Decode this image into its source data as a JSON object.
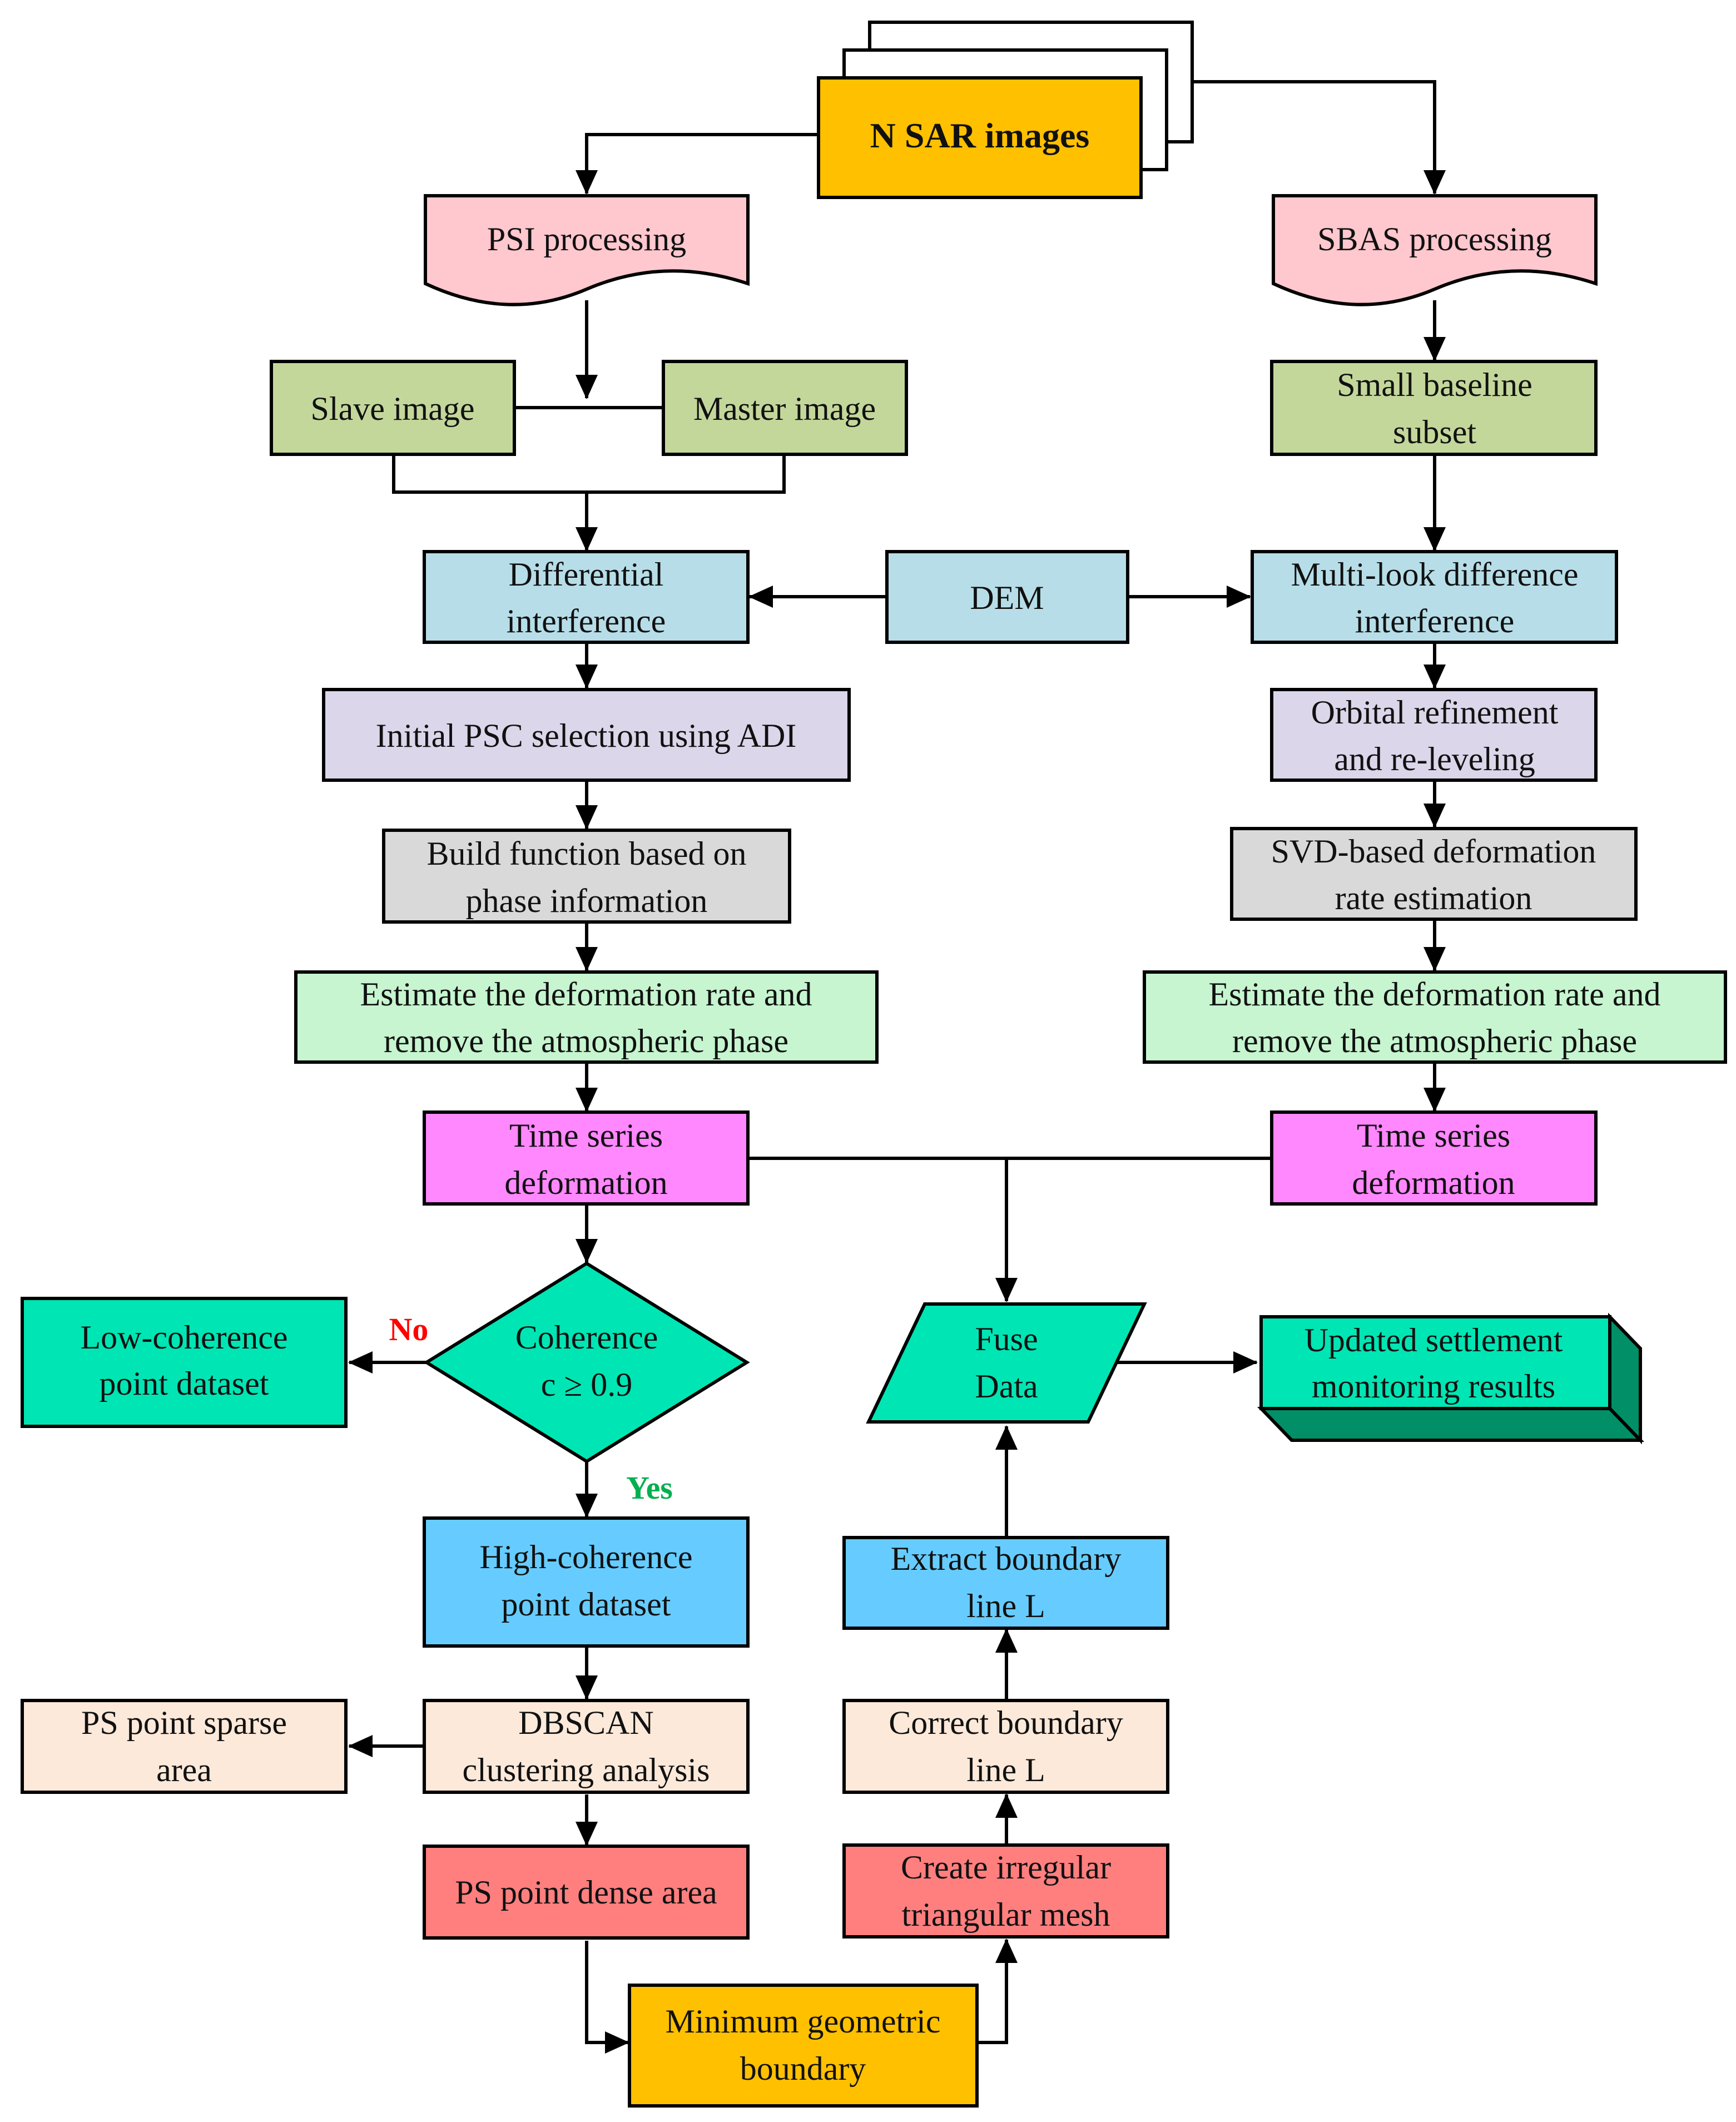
{
  "colors": {
    "orange": "#FFC000",
    "pink": "#FFC7CE",
    "green_olive": "#C4D79B",
    "light_blue": "#B7DEE8",
    "lavender": "#DCD6EA",
    "grey": "#D9D9D9",
    "mint": "#C6F5D0",
    "magenta": "#FF88FF",
    "teal": "#00E5B4",
    "teal_dark": "#008F66",
    "sky_blue": "#66CCFF",
    "peach": "#FCE9D9",
    "salmon": "#FF7F7F",
    "no_red": "#FF0000",
    "yes_green": "#00B050"
  },
  "nodes": {
    "sar_images": "N SAR images",
    "psi_processing": "PSI processing",
    "sbas_processing": "SBAS processing",
    "slave_image": "Slave image",
    "master_image": "Master image",
    "small_baseline": [
      "Small baseline",
      "subset"
    ],
    "differential_interference": [
      "Differential",
      "interference"
    ],
    "dem": "DEM",
    "multilook": [
      "Multi-look difference",
      "interference"
    ],
    "initial_psc": "Initial PSC selection using ADI",
    "orbital": [
      "Orbital refinement",
      "and re-leveling"
    ],
    "build_function": [
      "Build function based on",
      "phase information"
    ],
    "svd": [
      "SVD-based deformation",
      "rate estimation"
    ],
    "estimate_left": [
      "Estimate the deformation rate and",
      "remove the atmospheric phase"
    ],
    "estimate_right": [
      "Estimate the deformation rate and",
      "remove the atmospheric phase"
    ],
    "ts_left": [
      "Time series",
      "deformation"
    ],
    "ts_right": [
      "Time series",
      "deformation"
    ],
    "coherence": [
      "Coherence",
      "c ≥ 0.9"
    ],
    "low_coherence": [
      "Low-coherence",
      "point dataset"
    ],
    "fuse": [
      "Fuse",
      "Data"
    ],
    "updated": [
      "Updated settlement",
      "monitoring results"
    ],
    "high_coherence": [
      "High-coherence",
      "point dataset"
    ],
    "extract_boundary": [
      "Extract boundary",
      "line L"
    ],
    "ps_sparse": [
      "PS point sparse",
      "area"
    ],
    "dbscan": [
      "DBSCAN",
      "clustering analysis"
    ],
    "correct_boundary": [
      "Correct boundary",
      "line L"
    ],
    "ps_dense": "PS point dense area",
    "create_mesh": [
      "Create irregular",
      "triangular mesh"
    ],
    "min_boundary": [
      "Minimum geometric",
      "boundary"
    ]
  },
  "edge_labels": {
    "no": "No",
    "yes": "Yes"
  }
}
